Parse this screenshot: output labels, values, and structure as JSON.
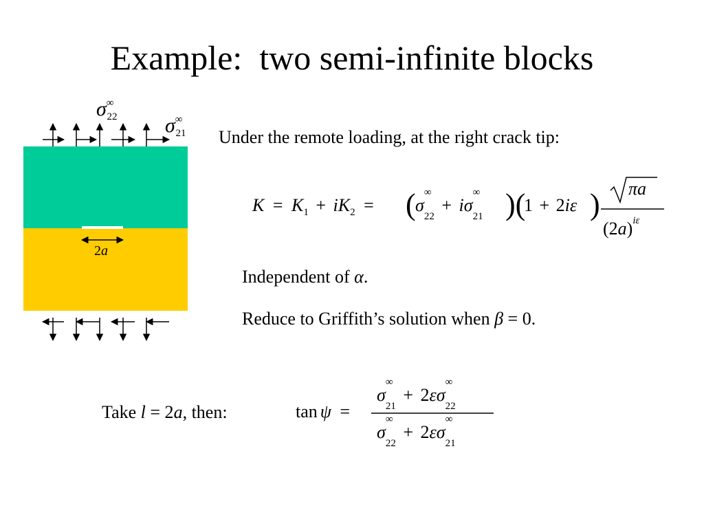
{
  "slide": {
    "title": "Example:  two semi-infinite blocks",
    "intro_text": "Under the remote loading, at the right crack tip:",
    "line_alpha": {
      "text": "Independent of ",
      "symbol": "α",
      "end": "."
    },
    "line_beta": {
      "text": "Reduce to Griffith’s solution when ",
      "symbol": "β",
      "rest": " = 0."
    },
    "take": {
      "prefix": "Take ",
      "var": "l",
      "mid": " = 2",
      "var2": "a",
      "suffix": ", then:"
    }
  },
  "figure": {
    "colors": {
      "top_block": "#00cc99",
      "bottom_block": "#ffcc00"
    },
    "labels": {
      "sigma": "σ",
      "sub22": "22",
      "sub21": "21",
      "sup": "∞",
      "crack_len_num": "2",
      "crack_len_var": "a"
    }
  },
  "equation_K": {
    "K": "K",
    "eq": "=",
    "K1": "K",
    "sub1": "1",
    "plus": "+",
    "i": "i",
    "K2": "K",
    "sub2": "2",
    "one": "1",
    "two": "2",
    "eps": "ε",
    "pi": "π",
    "a": "a",
    "den_open": "(2",
    "den_close": ")",
    "den_sup": "iε",
    "sigma": "σ",
    "sup": "∞",
    "sub22": "22",
    "sub21": "21"
  },
  "equation_tan": {
    "tan": "tan",
    "psi": "ψ",
    "eq": "=",
    "sigma": "σ",
    "sup": "∞",
    "sub21": "21",
    "sub22": "22",
    "plus": "+",
    "two": "2",
    "eps": "ε"
  }
}
